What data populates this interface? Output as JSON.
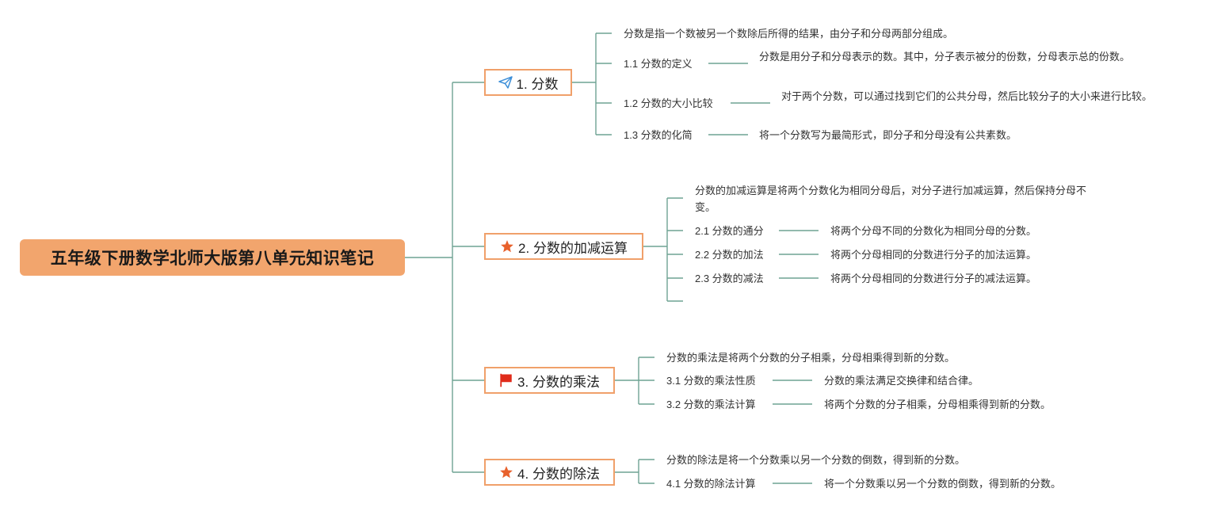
{
  "title": "五年级下册数学北师大版第八单元知识笔记",
  "colors": {
    "root": "#f2a56d",
    "branch_border": "#f0a06a",
    "line": "#6fa393",
    "star": "#e8612c",
    "flag": "#e02b1a",
    "plane": "#3b8ed8"
  },
  "branches": [
    {
      "label": "1. 分数",
      "icon": "paper-plane-icon",
      "intro": "分数是指一个数被另一个数除后所得的结果，由分子和分母两部分组成。",
      "subs": [
        {
          "title": "1.1 分数的定义",
          "desc": "分数是用分子和分母表示的数。其中，分子表示被分的份数，分母表示总的份数。"
        },
        {
          "title": "1.2 分数的大小比较",
          "desc": "对于两个分数，可以通过找到它们的公共分母，然后比较分子的大小来进行比较。"
        },
        {
          "title": "1.3 分数的化简",
          "desc": "将一个分数写为最简形式，即分子和分母没有公共素数。"
        }
      ]
    },
    {
      "label": "2. 分数的加减运算",
      "icon": "star-icon",
      "intro": "分数的加减运算是将两个分数化为相同分母后，对分子进行加减运算，然后保持分母不变。",
      "subs": [
        {
          "title": "2.1 分数的通分",
          "desc": "将两个分母不同的分数化为相同分母的分数。"
        },
        {
          "title": "2.2 分数的加法",
          "desc": "将两个分母相同的分数进行分子的加法运算。"
        },
        {
          "title": "2.3 分数的减法",
          "desc": "将两个分母相同的分数进行分子的减法运算。"
        }
      ]
    },
    {
      "label": "3. 分数的乘法",
      "icon": "flag-icon",
      "intro": "分数的乘法是将两个分数的分子相乘，分母相乘得到新的分数。",
      "subs": [
        {
          "title": "3.1 分数的乘法性质",
          "desc": "分数的乘法满足交换律和结合律。"
        },
        {
          "title": "3.2 分数的乘法计算",
          "desc": "将两个分数的分子相乘，分母相乘得到新的分数。"
        }
      ]
    },
    {
      "label": "4. 分数的除法",
      "icon": "star-icon",
      "intro": "分数的除法是将一个分数乘以另一个分数的倒数，得到新的分数。",
      "subs": [
        {
          "title": "4.1 分数的除法计算",
          "desc": "将一个分数乘以另一个分数的倒数，得到新的分数。"
        }
      ]
    }
  ]
}
